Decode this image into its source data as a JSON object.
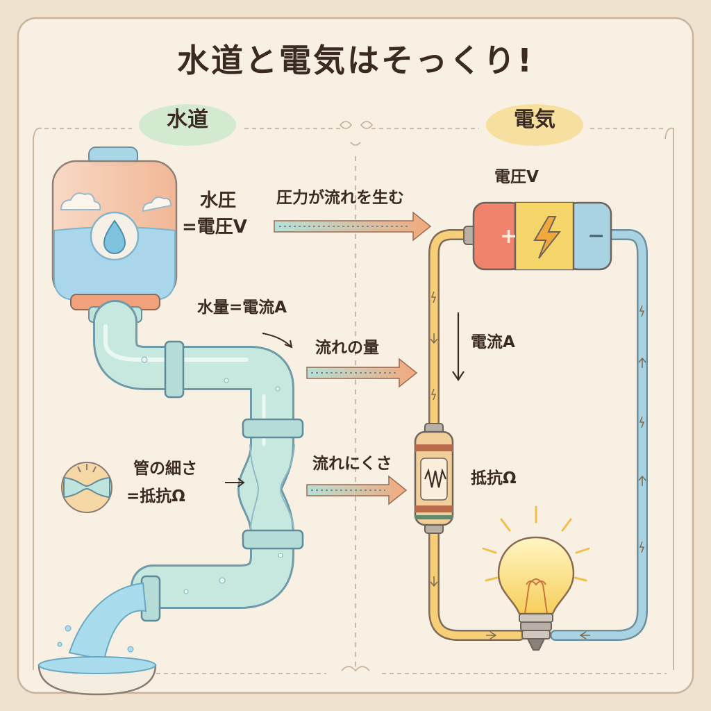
{
  "title": "水道と電気はそっくり!",
  "sections": {
    "left_header": "水道",
    "right_header": "電気"
  },
  "water": {
    "pressure_line1": "水圧",
    "pressure_line2": "=電圧V",
    "amount": "水量=電流A",
    "thin_line1": "管の細さ",
    "thin_line2": "=抵抗Ω"
  },
  "bridges": {
    "pressure": "圧力が流れを生む",
    "flow_amount": "流れの量",
    "flow_difficulty": "流れにくさ"
  },
  "electric": {
    "voltage": "電圧V",
    "current": "電流A",
    "resistance": "抵抗Ω",
    "battery_plus": "+",
    "battery_minus": "−"
  },
  "colors": {
    "paper": "#f7efe0",
    "border": "#c9b49a",
    "ink": "#3b2a22",
    "water_pill": "#cfe8cf",
    "electric_pill": "#f6dc9c",
    "water": "#9fd3e6",
    "pipe": "#bfe3dd",
    "arrow": "#f0a878",
    "wire": "#f2c870"
  },
  "icons": [
    "water-drop-icon",
    "cloud-icon",
    "lightning-icon",
    "lightbulb-icon",
    "resistor-icon",
    "narrow-pipe-icon"
  ]
}
